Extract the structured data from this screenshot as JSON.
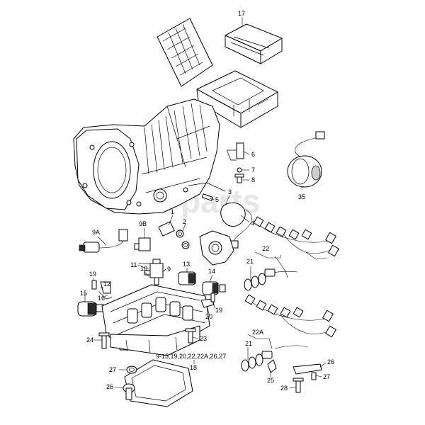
{
  "diagram": {
    "watermark": "parts",
    "callouts": [
      {
        "id": "c17",
        "text": "17"
      },
      {
        "id": "c6",
        "text": "6"
      },
      {
        "id": "c7",
        "text": "7"
      },
      {
        "id": "c8",
        "text": "8"
      },
      {
        "id": "c3",
        "text": "3"
      },
      {
        "id": "c5",
        "text": "5"
      },
      {
        "id": "c4",
        "text": "4"
      },
      {
        "id": "c35",
        "text": "35"
      },
      {
        "id": "c2",
        "text": "2"
      },
      {
        "id": "c1",
        "text": "1"
      },
      {
        "id": "c9A",
        "text": "9A"
      },
      {
        "id": "c9B",
        "text": "9B"
      },
      {
        "id": "c10",
        "text": "10"
      },
      {
        "id": "c11",
        "text": "11"
      },
      {
        "id": "c9",
        "text": "9"
      },
      {
        "id": "c13",
        "text": "13"
      },
      {
        "id": "c14",
        "text": "14"
      },
      {
        "id": "c19a",
        "text": "19"
      },
      {
        "id": "c12",
        "text": "12"
      },
      {
        "id": "c15",
        "text": "15"
      },
      {
        "id": "c16",
        "text": "16"
      },
      {
        "id": "c19b",
        "text": "19"
      },
      {
        "id": "c20",
        "text": "20"
      },
      {
        "id": "c22",
        "text": "22"
      },
      {
        "id": "c21a",
        "text": "21"
      },
      {
        "id": "c23",
        "text": "23"
      },
      {
        "id": "c24",
        "text": "24"
      },
      {
        "id": "crange",
        "text": "9-15,19,20,22,22A,26,27"
      },
      {
        "id": "c18",
        "text": "18"
      },
      {
        "id": "c22A",
        "text": "22A"
      },
      {
        "id": "c21b",
        "text": "21"
      },
      {
        "id": "c27a",
        "text": "27"
      },
      {
        "id": "c26a",
        "text": "26"
      },
      {
        "id": "c25",
        "text": "25"
      },
      {
        "id": "c26b",
        "text": "26"
      },
      {
        "id": "c27b",
        "text": "27"
      },
      {
        "id": "c28",
        "text": "28"
      }
    ]
  }
}
